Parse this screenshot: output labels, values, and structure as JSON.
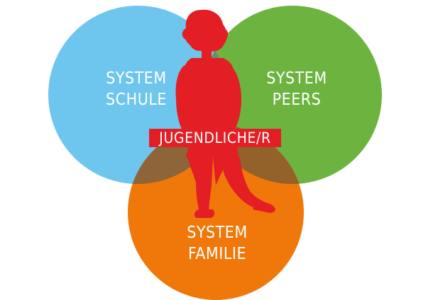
{
  "colors": {
    "schule": "#6ec6ef",
    "peers": "#6db33f",
    "familie": "#f0780a",
    "overlap_schule_familie": "#8d6538",
    "overlap_peers_familie": "#93622a",
    "overlap_schule_peers": "#6a8d6c",
    "figure": "#e31e24",
    "label_text": "#ffffff"
  },
  "circles": [
    {
      "id": "schule",
      "line1": "SYSTEM",
      "line2": "SCHULE"
    },
    {
      "id": "peers",
      "line1": "SYSTEM",
      "line2": "PEERS"
    },
    {
      "id": "familie",
      "line1": "SYSTEM",
      "line2": "FAMILIE"
    }
  ],
  "center": {
    "label": "JUGENDLICHE/R",
    "icon": "teenager-silhouette-icon"
  }
}
